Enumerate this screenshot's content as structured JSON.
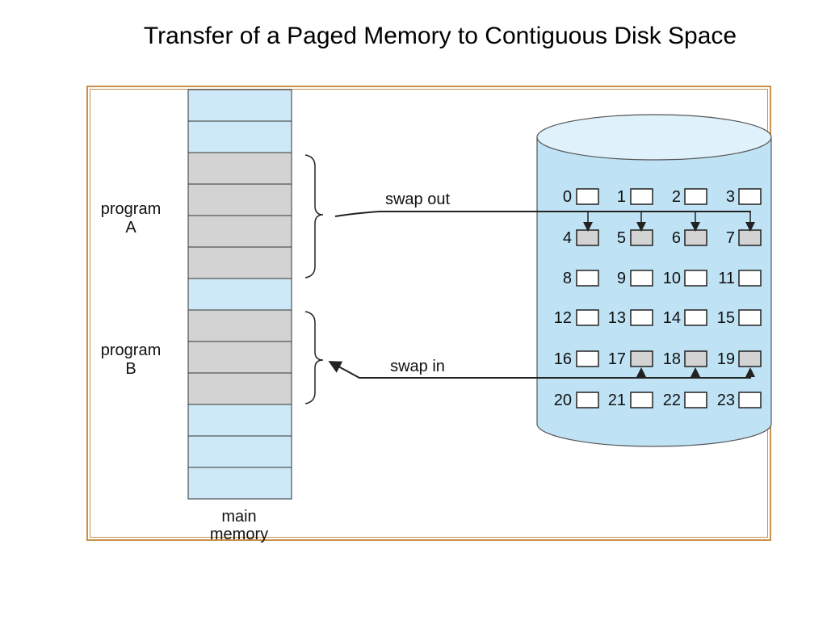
{
  "title": "Transfer of a Paged Memory to Contiguous Disk Space",
  "colors": {
    "frame": "#c8914c",
    "free_frame": "#cde9f7",
    "used_frame": "#d3d3d3",
    "disk_fill": "#bfe3f5",
    "line": "#222222"
  },
  "memory": {
    "caption_line1": "main",
    "caption_line2": "memory",
    "frames": [
      "free",
      "free",
      "used",
      "used",
      "used",
      "used",
      "free",
      "used",
      "used",
      "used",
      "free",
      "free",
      "free"
    ]
  },
  "programs": {
    "a_line1": "program",
    "a_line2": "A",
    "b_line1": "program",
    "b_line2": "B"
  },
  "arrows": {
    "swap_out": "swap out",
    "swap_in": "swap in"
  },
  "disk": {
    "blocks": [
      {
        "n": "0",
        "used": false
      },
      {
        "n": "1",
        "used": false
      },
      {
        "n": "2",
        "used": false
      },
      {
        "n": "3",
        "used": false
      },
      {
        "n": "4",
        "used": true
      },
      {
        "n": "5",
        "used": true
      },
      {
        "n": "6",
        "used": true
      },
      {
        "n": "7",
        "used": true
      },
      {
        "n": "8",
        "used": false
      },
      {
        "n": "9",
        "used": false
      },
      {
        "n": "10",
        "used": false
      },
      {
        "n": "11",
        "used": false
      },
      {
        "n": "12",
        "used": false
      },
      {
        "n": "13",
        "used": false
      },
      {
        "n": "14",
        "used": false
      },
      {
        "n": "15",
        "used": false
      },
      {
        "n": "16",
        "used": false
      },
      {
        "n": "17",
        "used": true
      },
      {
        "n": "18",
        "used": true
      },
      {
        "n": "19",
        "used": true
      },
      {
        "n": "20",
        "used": false
      },
      {
        "n": "21",
        "used": false
      },
      {
        "n": "22",
        "used": false
      },
      {
        "n": "23",
        "used": false
      }
    ]
  }
}
